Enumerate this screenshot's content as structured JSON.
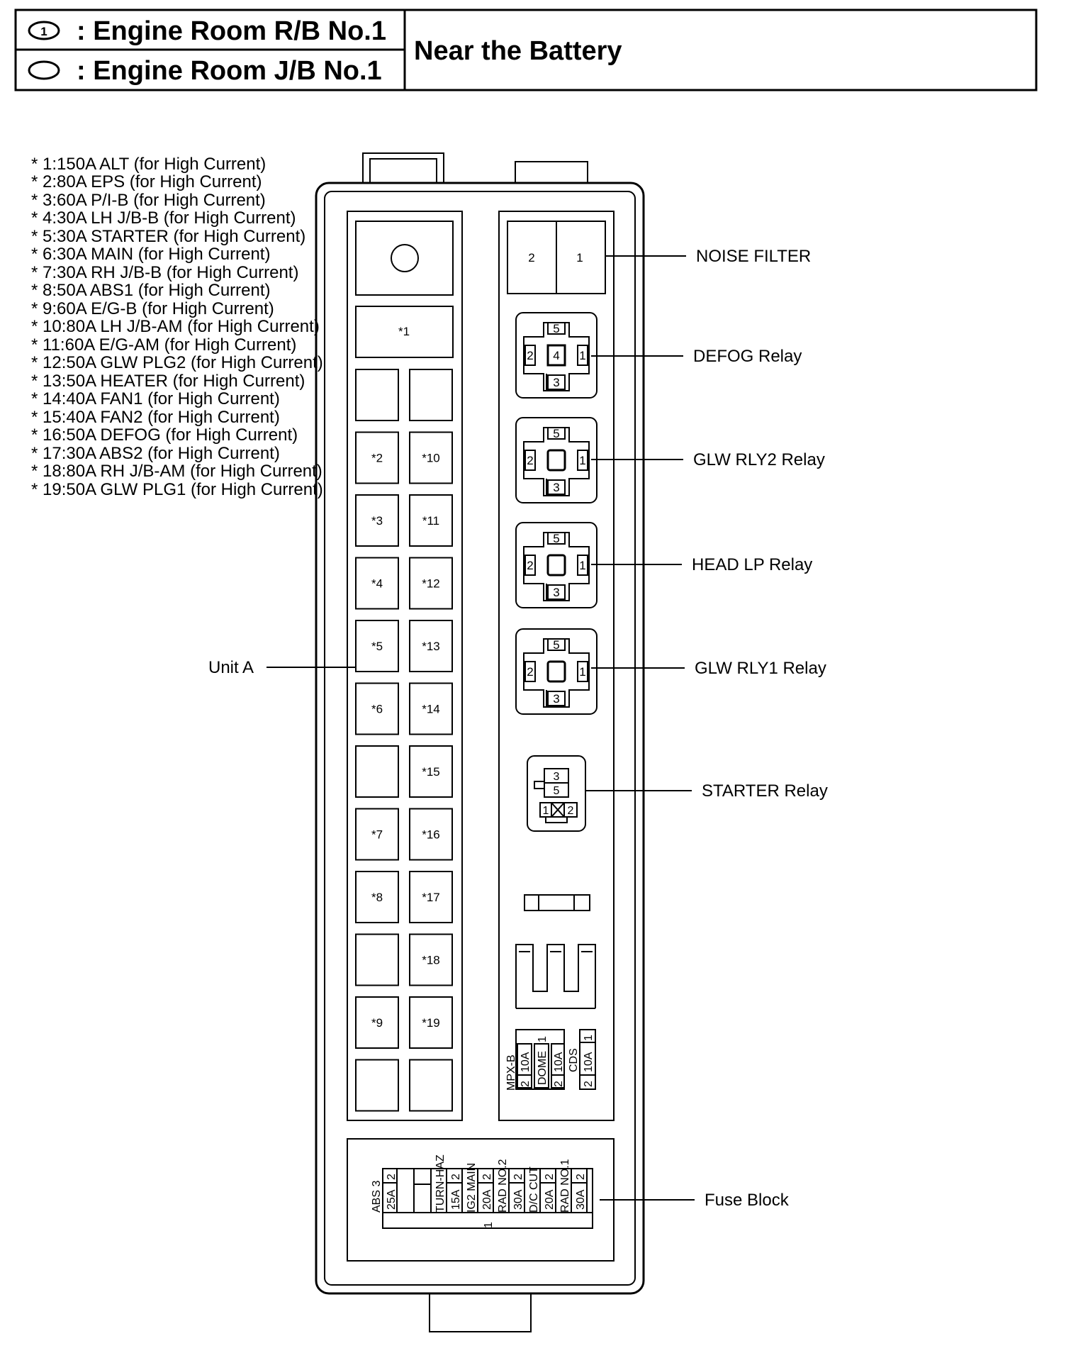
{
  "header": {
    "rb_marker": "1",
    "rb_label": ": Engine Room R/B No.1",
    "jb_label": ": Engine Room J/B No.1",
    "location": "Near the Battery"
  },
  "legend": [
    "* 1:150A ALT (for High Current)",
    "* 2:80A EPS (for High Current)",
    "* 3:60A P/I-B (for High Current)",
    "* 4:30A LH J/B-B (for High Current)",
    "* 5:30A STARTER (for High Current)",
    "* 6:30A MAIN (for High Current)",
    "* 7:30A RH J/B-B (for High Current)",
    "* 8:50A ABS1 (for High Current)",
    "* 9:60A E/G-B (for High Current)",
    "* 10:80A LH J/B-AM (for High Current)",
    "* 11:60A E/G-AM (for High Current)",
    "* 12:50A GLW PLG2 (for High Current)",
    "* 13:50A HEATER (for High Current)",
    "* 14:40A FAN1 (for High Current)",
    "* 15:40A FAN2 (for High Current)",
    "* 16:50A DEFOG (for High Current)",
    "* 17:30A ABS2 (for High Current)",
    "* 18:80A RH J/B-AM (for High Current)",
    "* 19:50A GLW PLG1 (for High Current)"
  ],
  "callouts": {
    "unit_a": "Unit A",
    "noise_filter": "NOISE FILTER",
    "defog": "DEFOG Relay",
    "glw_rly2": "GLW RLY2 Relay",
    "head_lp": "HEAD LP Relay",
    "glw_rly1": "GLW RLY1 Relay",
    "starter": "STARTER Relay",
    "fuse_block": "Fuse Block"
  },
  "unit_a": {
    "top": "*1",
    "left": [
      "",
      "*2",
      "*3",
      "*4",
      "*5",
      "*6",
      "",
      "*7",
      "*8",
      "",
      "*9",
      ""
    ],
    "right": [
      "",
      "*10",
      "*11",
      "*12",
      "*13",
      "*14",
      "*15",
      "*16",
      "*17",
      "*18",
      "*19",
      ""
    ]
  },
  "noise_filter_pins": [
    "2",
    "1"
  ],
  "relay_pins": {
    "p1": "1",
    "p2": "2",
    "p3": "3",
    "p4": "4",
    "p5": "5"
  },
  "mini_fuses": {
    "mpxb": {
      "name": "MPX-B",
      "amp": "10A",
      "p1": "2"
    },
    "dome": {
      "name": "DOME",
      "amp": "10A",
      "p1": "2",
      "p2": "1"
    },
    "cds": {
      "name": "CDS",
      "amp": "10A",
      "p1": "2",
      "p2": "1"
    }
  },
  "fuse_block": {
    "abs3": "ABS 3",
    "abs3_amp": "25A",
    "abs3_pin": "2",
    "turnhaz": "TURN-HAZ",
    "turnhaz_amp": "15A",
    "turnhaz_pin": "2",
    "ig2main": "IG2 MAIN",
    "ig2main_amp": "20A",
    "ig2main_pin": "2",
    "radno2": "RAD NO.2",
    "radno2_amp": "30A",
    "radno2_pin": "2",
    "dccut": "D/C CUT",
    "dccut_amp": "20A",
    "dccut_pin": "2",
    "radno1": "RAD NO.1",
    "radno1_amp": "30A",
    "radno1_pin": "2",
    "pin1": "1"
  }
}
